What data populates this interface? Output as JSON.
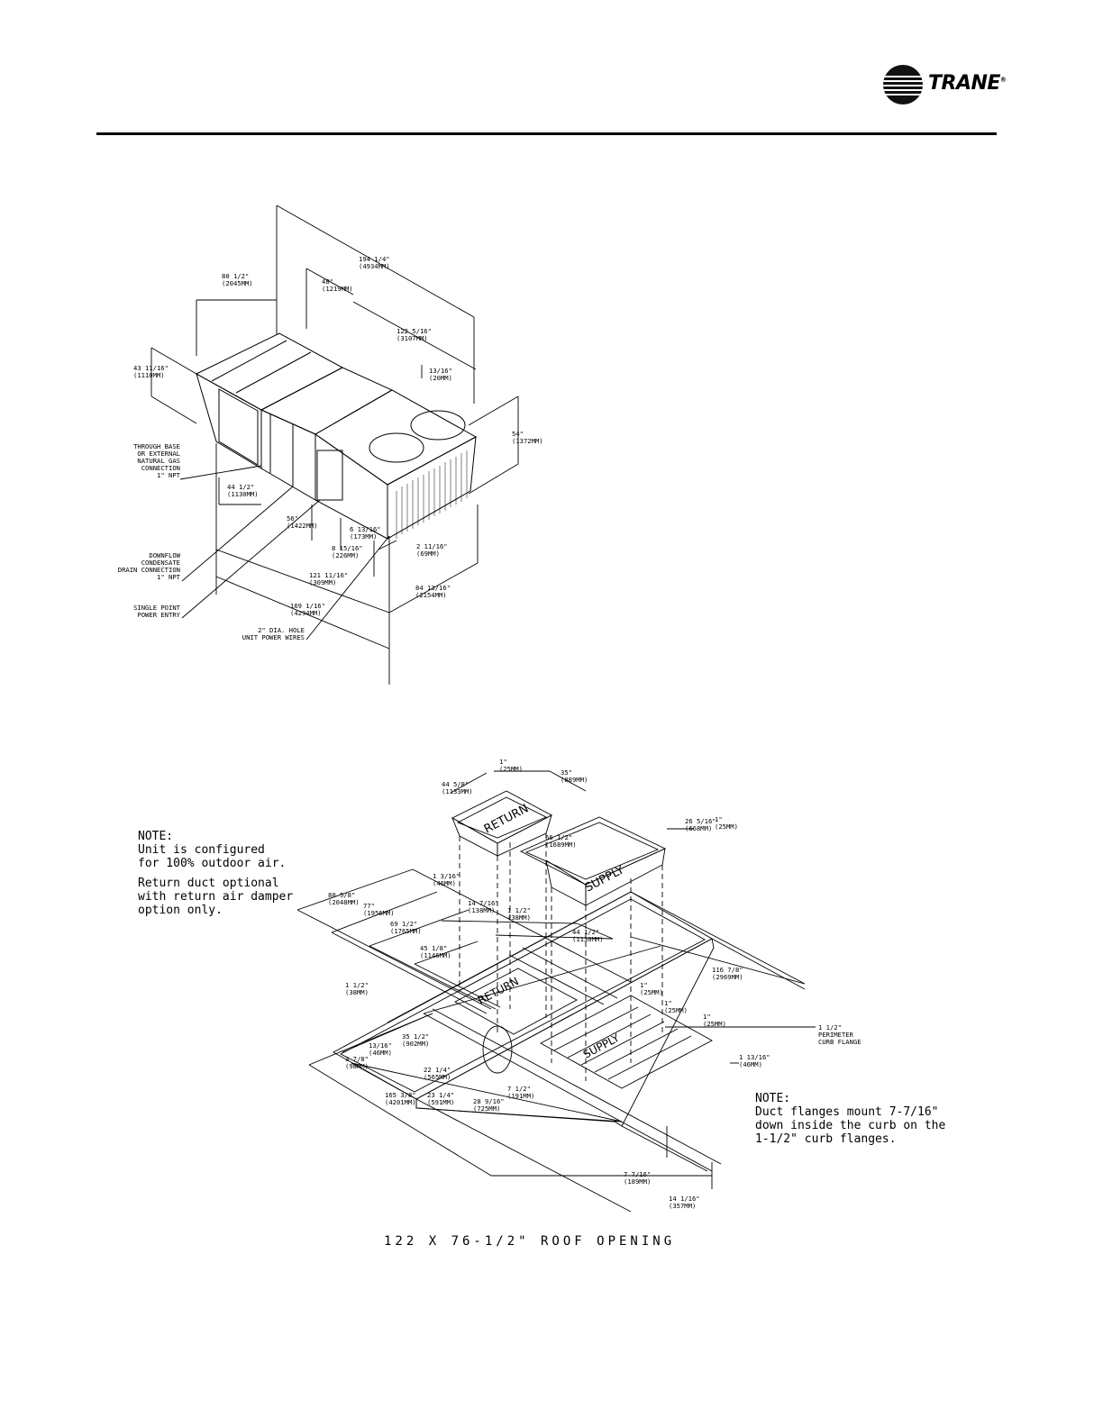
{
  "brand": {
    "name": "TRANE",
    "registered": "®"
  },
  "figure1": {
    "dimensions": [
      {
        "imp": "194 1/4\"",
        "mm": "(4934MM)"
      },
      {
        "imp": "80 1/2\"",
        "mm": "(2045MM)"
      },
      {
        "imp": "48\"",
        "mm": "(1219MM)"
      },
      {
        "imp": "122 5/16\"",
        "mm": "(3107MM)"
      },
      {
        "imp": "43 11/16\"",
        "mm": "(1110MM)"
      },
      {
        "imp": "13/16\"",
        "mm": "(20MM)"
      },
      {
        "imp": "54\"",
        "mm": "(1372MM)"
      },
      {
        "imp": "44 1/2\"",
        "mm": "(1130MM)"
      },
      {
        "imp": "56\"",
        "mm": "(1422MM)"
      },
      {
        "imp": "6 13/16\"",
        "mm": "(173MM)"
      },
      {
        "imp": "8 15/16\"",
        "mm": "(226MM)"
      },
      {
        "imp": "2 11/16\"",
        "mm": "(69MM)"
      },
      {
        "imp": "121 11/16\"",
        "mm": "(309MM)"
      },
      {
        "imp": "84 13/16\"",
        "mm": "(2154MM)"
      },
      {
        "imp": "169 1/16\"",
        "mm": "(4294MM)"
      }
    ],
    "callouts": [
      [
        "THROUGH BASE",
        "OR EXTERNAL",
        "NATURAL GAS",
        "CONNECTION",
        "1\" NPT"
      ],
      [
        "DOWNFLOW",
        "CONDENSATE",
        "DRAIN CONNECTION",
        "1\" NPT"
      ],
      [
        "SINGLE POINT",
        "POWER ENTRY"
      ],
      [
        "2\" DIA. HOLE",
        "UNIT POWER WIRES"
      ]
    ]
  },
  "figure2": {
    "duct_labels": [
      "RETURN",
      "SUPPLY",
      "RETURN",
      "SUPPLY"
    ],
    "dimensions": [
      {
        "imp": "1\"",
        "mm": "(25MM)"
      },
      {
        "imp": "35\"",
        "mm": "(889MM)"
      },
      {
        "imp": "44 5/8\"",
        "mm": "(1133MM)"
      },
      {
        "imp": "26 5/16\"",
        "mm": "(668MM)"
      },
      {
        "imp": "1\"",
        "mm": "(25MM)"
      },
      {
        "imp": "66 1/2\"",
        "mm": "(1689MM)"
      },
      {
        "imp": "1 3/16\"",
        "mm": "(46MM)"
      },
      {
        "imp": "80 5/8\"",
        "mm": "(2048MM)"
      },
      {
        "imp": "77\"",
        "mm": "(1956MM)"
      },
      {
        "imp": "14 7/16\"",
        "mm": "(138MM)"
      },
      {
        "imp": "1 1/2\"",
        "mm": "(38MM)"
      },
      {
        "imp": "69 1/2\"",
        "mm": "(1765MM)"
      },
      {
        "imp": "44 1/2\"",
        "mm": "(1130MM)"
      },
      {
        "imp": "45 1/8\"",
        "mm": "(1146MM)"
      },
      {
        "imp": "116 7/8\"",
        "mm": "(2969MM)"
      },
      {
        "imp": "1 1/2\"",
        "mm": "(38MM)"
      },
      {
        "imp": "1\"",
        "mm": "(25MM)"
      },
      {
        "imp": "1\"",
        "mm": "(25MM)"
      },
      {
        "imp": "1\"",
        "mm": "(25MM)"
      },
      {
        "imp": "35 1/2\"",
        "mm": "(902MM)"
      },
      {
        "imp": "13/16\"",
        "mm": "(46MM)"
      },
      {
        "imp": "3 7/8\"",
        "mm": "(98MM)"
      },
      {
        "imp": "22 1/4\"",
        "mm": "(565MM)"
      },
      {
        "imp": "1 13/16\"",
        "mm": "(46MM)"
      },
      {
        "imp": "23 1/4\"",
        "mm": "(591MM)"
      },
      {
        "imp": "7 1/2\"",
        "mm": "(191MM)"
      },
      {
        "imp": "28 9/16\"",
        "mm": "(725MM)"
      },
      {
        "imp": "165 3/8\"",
        "mm": "(4201MM)"
      },
      {
        "imp": "7 7/16\"",
        "mm": "(189MM)"
      },
      {
        "imp": "14 1/16\"",
        "mm": "(357MM)"
      }
    ],
    "perimeter_label": [
      "1 1/2\"",
      "PERIMETER",
      "CURB FLANGE"
    ],
    "note1": [
      "NOTE:",
      "Unit is configured",
      "for 100% outdoor air.",
      "",
      "Return duct optional",
      "with return air damper",
      "option only."
    ],
    "note2": [
      "NOTE:",
      "Duct flanges mount 7-7/16\"",
      "down inside the curb on the",
      "1-1/2\" curb flanges."
    ],
    "caption": "122 X 76-1/2\" ROOF OPENING"
  }
}
